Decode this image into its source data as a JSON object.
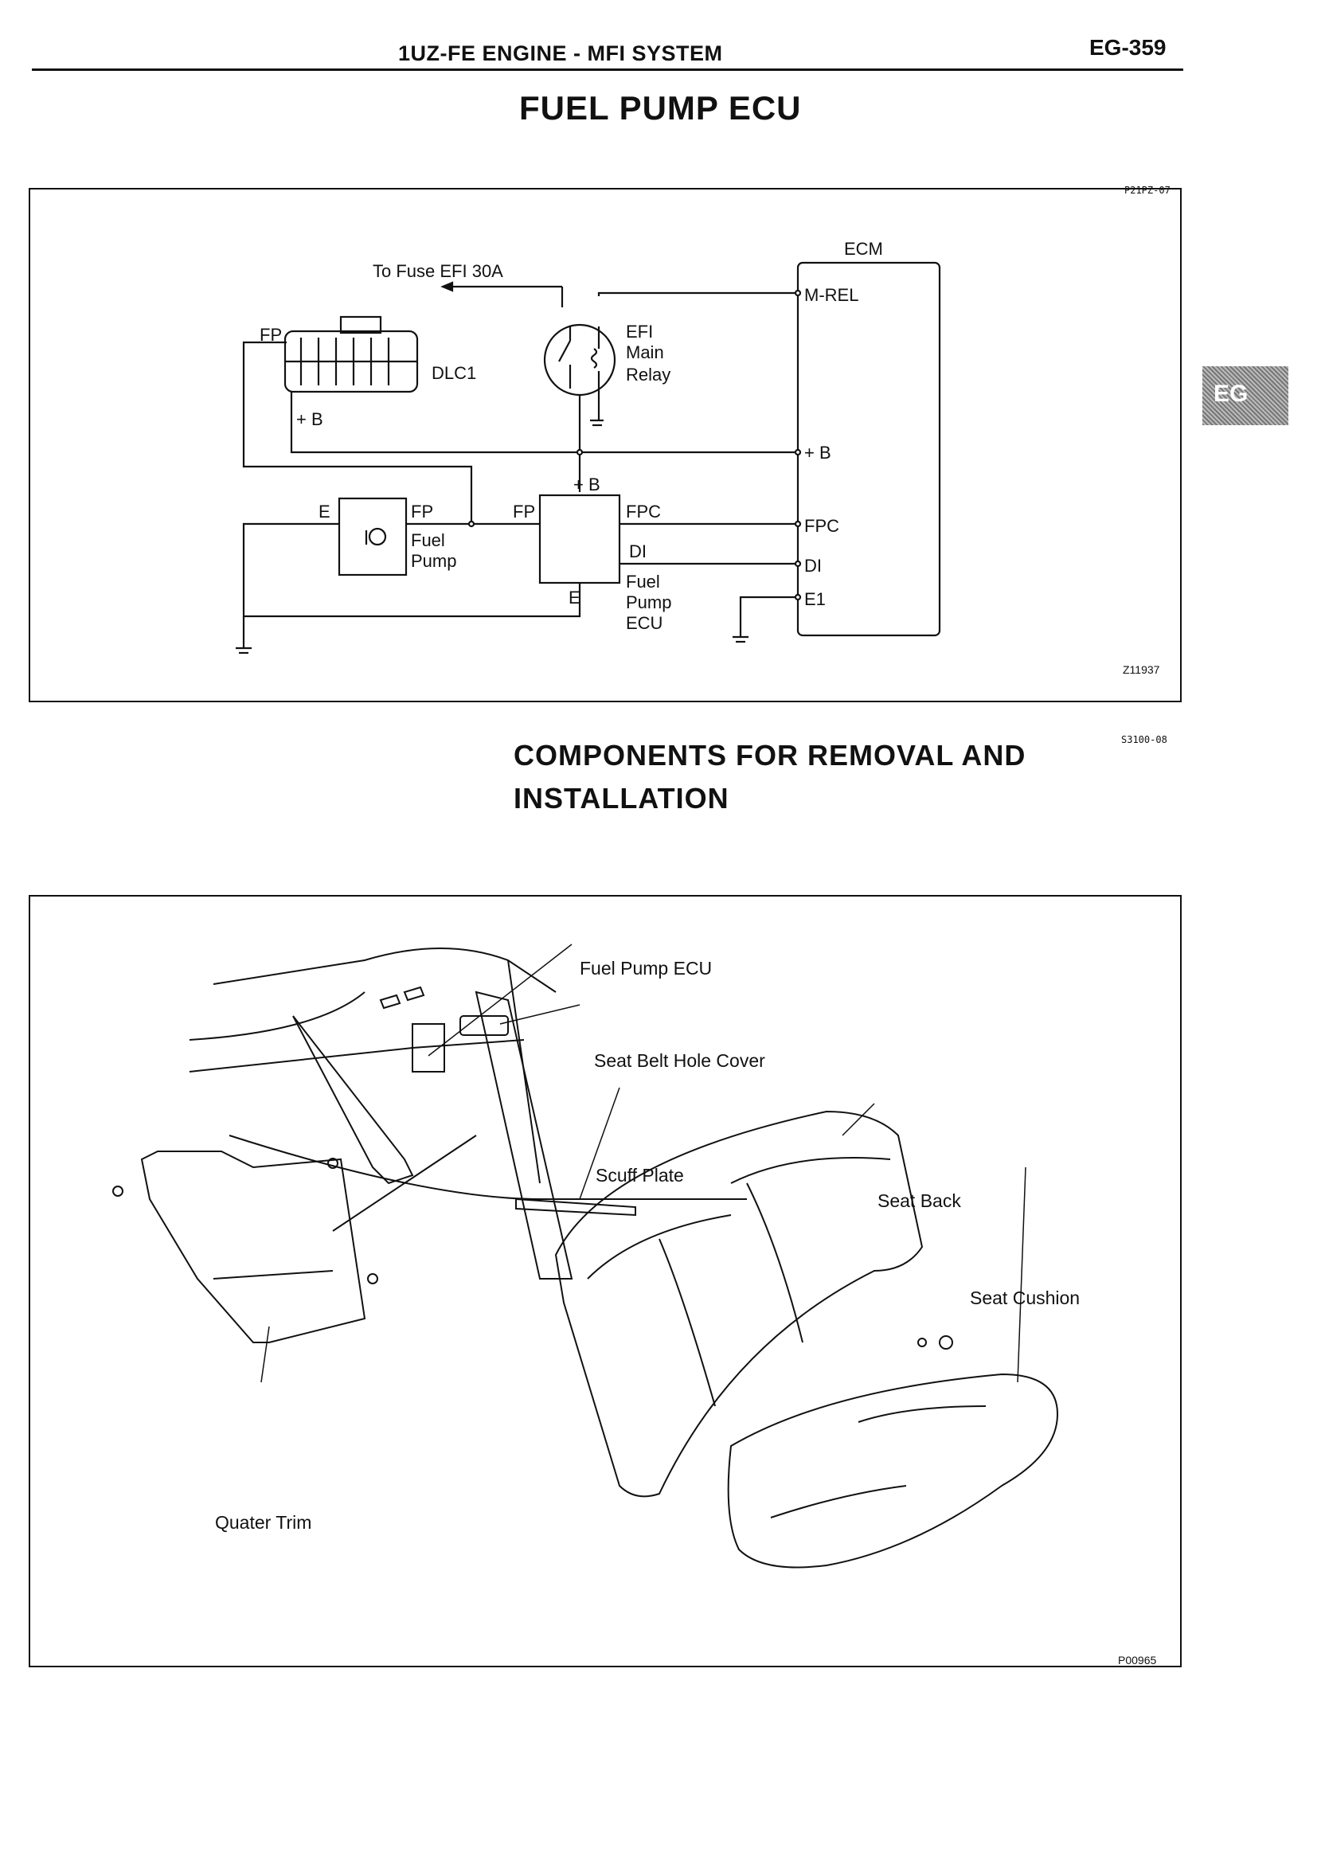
{
  "header": {
    "title": "1UZ-FE ENGINE - MFI SYSTEM",
    "page": "EG-359"
  },
  "section1": {
    "title": "FUEL PUMP ECU",
    "figure_code": "P21PZ-07",
    "figure_id": "Z11937",
    "labels": {
      "to_fuse": "To Fuse EFI 30A",
      "ecm": "ECM",
      "m_rel": "M-REL",
      "efi": "EFI",
      "main": "Main",
      "relay": "Relay",
      "dlc1": "DLC1",
      "fp": "FP",
      "plus_b": "+B",
      "plus_b2": "+ B",
      "e": "E",
      "fuel": "Fuel",
      "pump": "Pump",
      "ecu": "ECU",
      "fpc": "FPC",
      "di": "DI",
      "e1": "E1"
    }
  },
  "section2": {
    "title_line1": "COMPONENTS FOR REMOVAL AND",
    "title_line2": "INSTALLATION",
    "code": "S3100-08",
    "figure_id": "P00965",
    "callouts": {
      "fuel_pump_ecu": "Fuel Pump ECU",
      "seat_belt_hole_cover": "Seat Belt Hole Cover",
      "scuff_plate": "Scuff Plate",
      "seat_back": "Seat Back",
      "seat_cushion": "Seat Cushion",
      "quater_trim": "Quater Trim"
    }
  },
  "side_tab": "EG"
}
